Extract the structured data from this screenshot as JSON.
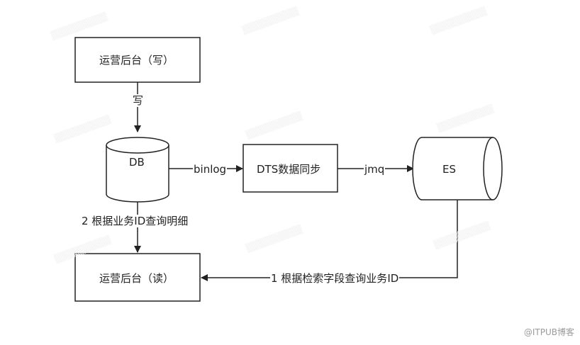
{
  "nodes": {
    "admin_write": "运营后台（写）",
    "db": "DB",
    "dts": "DTS数据同步",
    "es": "ES",
    "admin_read": "运营后台（读）"
  },
  "edges": {
    "write": "写",
    "binlog": "binlog",
    "jmq": "jmq",
    "query_by_id": "2 根据业务ID查询明细",
    "search_ids": "1 根据检索字段查询业务ID"
  },
  "watermark": {
    "brand": "@ITPUB博客"
  },
  "colors": {
    "stroke": "#222222",
    "background": "#ffffff",
    "watermark": "#f0f0f0"
  }
}
